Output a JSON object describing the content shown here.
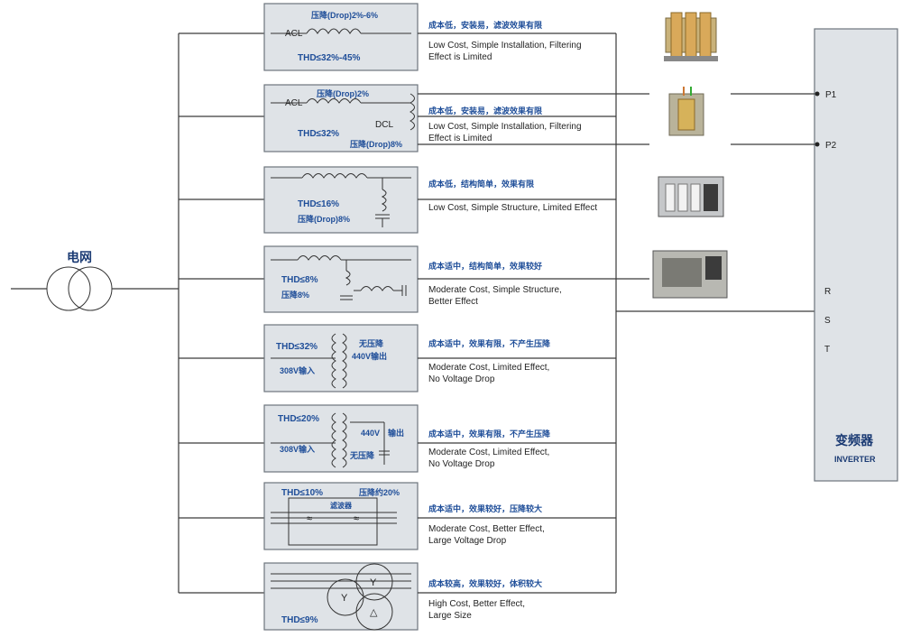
{
  "grid": {
    "label": "电网"
  },
  "filters": [
    {
      "labels": [
        "ACL",
        "压降(Drop)2%-6%",
        "THD≤32%-45%"
      ],
      "desc_cn": "成本低，安装易，滤波效果有限",
      "desc_en": [
        "Low Cost, Simple Installation, Filtering",
        "Effect is Limited"
      ]
    },
    {
      "labels": [
        "ACL",
        "压降(Drop)2%",
        "DCL",
        "THD≤32%",
        "压降(Drop)8%"
      ],
      "desc_cn": "成本低，安装易，滤波效果有限",
      "desc_en": [
        "Low Cost, Simple Installation, Filtering",
        "Effect is Limited"
      ]
    },
    {
      "labels": [
        "THD≤16%",
        "压降(Drop)8%"
      ],
      "desc_cn": "成本低，结构简单，效果有限",
      "desc_en": [
        "Low Cost, Simple Structure, Limited Effect"
      ]
    },
    {
      "labels": [
        "THD≤8%",
        "压降8%"
      ],
      "desc_cn": "成本适中，结构简单，效果较好",
      "desc_en": [
        "Moderate Cost, Simple Structure,",
        "Better Effect"
      ]
    },
    {
      "labels": [
        "THD≤32%",
        "无压降",
        "440V输出",
        "308V输入"
      ],
      "desc_cn": "成本适中，效果有限，不产生压降",
      "desc_en": [
        "Moderate Cost, Limited Effect,",
        "No Voltage Drop"
      ]
    },
    {
      "labels": [
        "THD≤20%",
        "440V",
        "输出",
        "308V输入",
        "无压降"
      ],
      "desc_cn": "成本适中，效果有限，不产生压降",
      "desc_en": [
        "Moderate Cost, Limited Effect,",
        "No Voltage Drop"
      ]
    },
    {
      "labels": [
        "THD≤10%",
        "压降约20%",
        "滤波器"
      ],
      "desc_cn": "成本适中，效果较好，压降较大",
      "desc_en": [
        "Moderate Cost, Better Effect,",
        "Large Voltage Drop"
      ]
    },
    {
      "labels": [
        "Y",
        "Y",
        "△",
        "THD≤9%"
      ],
      "desc_cn": "成本较高，效果较好，体积较大",
      "desc_en": [
        "High Cost, Better Effect,",
        "Large Size"
      ]
    }
  ],
  "products": [
    {
      "name": "three-phase-reactor"
    },
    {
      "name": "dc-reactor"
    },
    {
      "name": "passive-filter-module"
    },
    {
      "name": "active-filter-unit"
    }
  ],
  "inverter": {
    "terminals": [
      "P1",
      "P2",
      "R",
      "S",
      "T"
    ],
    "title_cn": "变频器",
    "title_en": "INVERTER"
  },
  "colors": {
    "box_fill": "#dfe3e7",
    "box_stroke": "#6d757d",
    "label_blue": "#1f4e99",
    "panel": "#dfe3e7"
  }
}
